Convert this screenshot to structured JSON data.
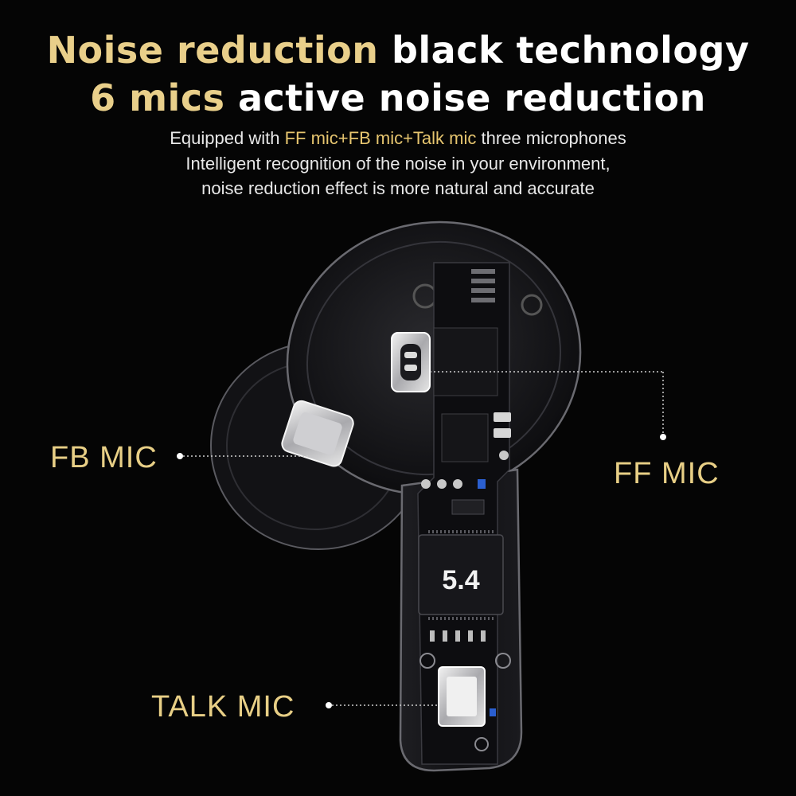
{
  "headline": {
    "line1_gold": "Noise reduction",
    "line1_white": "black technology",
    "line2_gold": "6 mics",
    "line2_white": "active noise reduction"
  },
  "description": {
    "line1_a": "Equipped with",
    "line1_gold": "FF mic+FB mic+Talk mic",
    "line1_b": "three microphones",
    "line2": "Intelligent recognition of the noise in your environment,",
    "line3": "noise reduction effect is more natural and accurate"
  },
  "callouts": {
    "fb_mic": "FB MIC",
    "ff_mic": "FF MIC",
    "talk_mic": "TALK MIC"
  },
  "chip_label": "5.4",
  "colors": {
    "accent_gold": "#e9cf8a",
    "background": "#050505",
    "text_white": "#ffffff"
  }
}
